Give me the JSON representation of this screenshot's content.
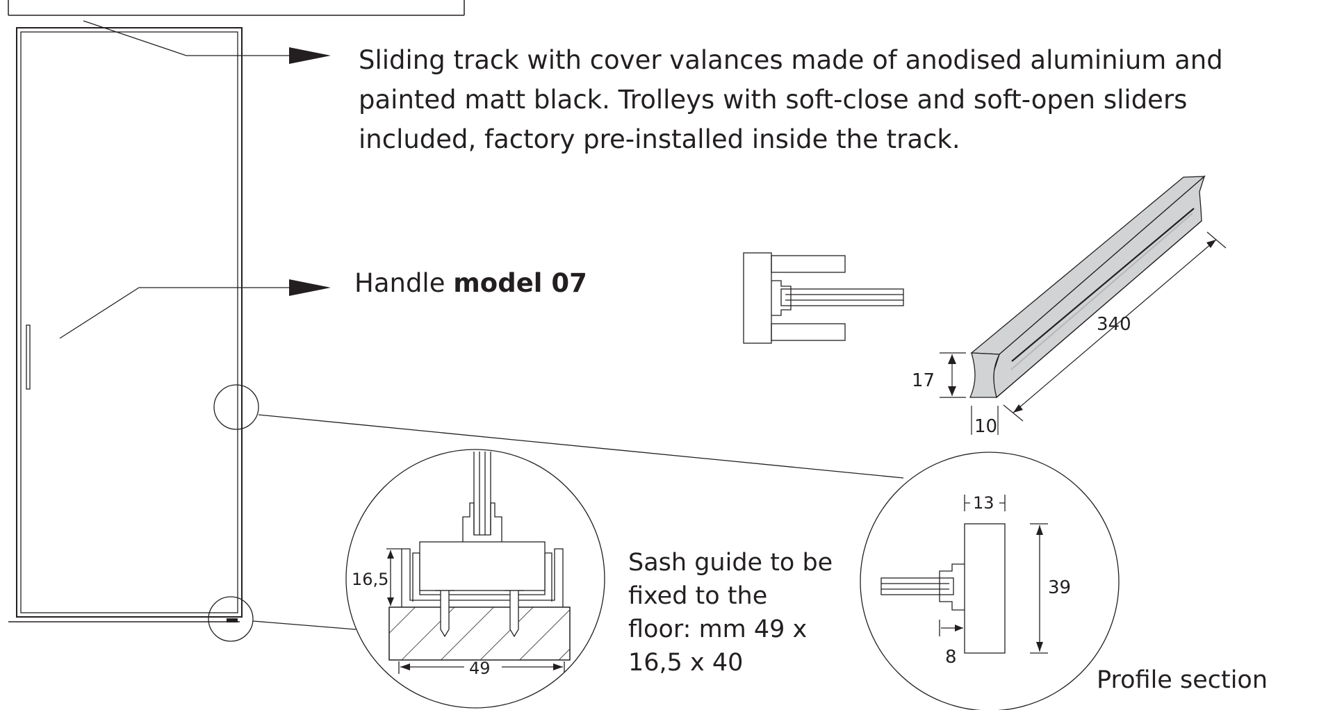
{
  "callouts": {
    "track": "Sliding track with cover valances made of anodised aluminium and painted matt black. Trolleys with soft-close and soft-open sliders included, factory pre-installed inside the track.",
    "handle_prefix": "Handle ",
    "handle_model": "model 07",
    "sash_guide": "Sash guide to be fixed to the floor: mm 49 x 16,5 x 40",
    "profile_section": "Profile section"
  },
  "dimensions": {
    "handle_length": "340",
    "handle_height": "17",
    "handle_depth": "10",
    "guide_height": "16,5",
    "guide_width": "49",
    "profile_width": "13",
    "profile_height": "39",
    "profile_offset": "8"
  },
  "colors": {
    "line": "#231f20",
    "handle_fill": "#d1d3d4",
    "handle_dark": "#b5b7b9",
    "background": "#ffffff"
  }
}
